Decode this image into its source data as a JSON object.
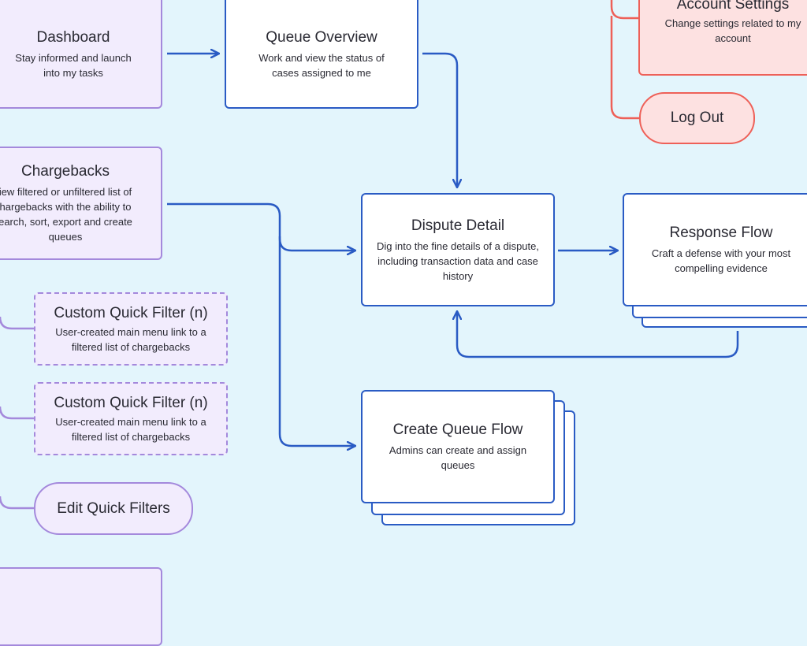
{
  "nodes": {
    "dashboard": {
      "title": "Dashboard",
      "desc": "Stay informed and launch into my tasks"
    },
    "queue_overview": {
      "title": "Queue Overview",
      "desc": "Work and view the status of cases assigned to me"
    },
    "account_settings": {
      "title": "Account Settings",
      "desc": "Change settings related to my account"
    },
    "log_out": {
      "title": "Log Out"
    },
    "chargebacks": {
      "title": "Chargebacks",
      "desc": "iew filtered or unfiltered list of hargebacks with the ability to earch, sort, export and create queues"
    },
    "dispute_detail": {
      "title": "Dispute Detail",
      "desc": "Dig into the fine details of a dispute, including transaction data and case history"
    },
    "response_flow": {
      "title": "Response Flow",
      "desc": "Craft a defense with your most compelling evidence"
    },
    "custom_filter_1": {
      "title": "Custom Quick Filter (n)",
      "desc": "User-created main menu link to a filtered list of chargebacks"
    },
    "custom_filter_2": {
      "title": "Custom Quick Filter (n)",
      "desc": "User-created main menu link to a filtered list of chargebacks"
    },
    "create_queue_flow": {
      "title": "Create Queue Flow",
      "desc": "Admins can create and assign queues"
    },
    "edit_quick_filters": {
      "title": "Edit Quick Filters"
    }
  },
  "colors": {
    "background": "#e3f5fc",
    "blue_stroke": "#2a5bc4",
    "purple_stroke": "#a489dc",
    "purple_fill": "#f2ecfd",
    "red_stroke": "#ee6058",
    "red_fill": "#fde1e1"
  }
}
